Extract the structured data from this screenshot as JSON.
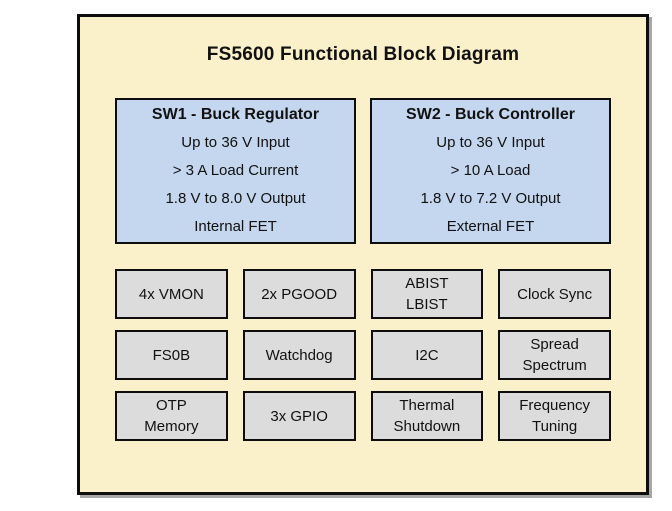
{
  "diagram": {
    "title": "FS5600 Functional Block Diagram",
    "colors": {
      "canvas_background": "#FFFFFF",
      "diagram_background": "#FAF1CA",
      "regulator_fill": "#C4D7EE",
      "feature_fill": "#DCDCDC",
      "border": "#0D0D0D",
      "text": "#111111"
    },
    "regulators": [
      {
        "title": "SW1 - Buck Regulator",
        "lines": [
          "Up to 36 V Input",
          "> 3 A Load Current",
          "1.8 V to 8.0 V Output",
          "Internal FET"
        ]
      },
      {
        "title": "SW2 - Buck Controller",
        "lines": [
          "Up to 36 V Input",
          "> 10 A Load",
          "1.8 V to 7.2 V Output",
          "External FET"
        ]
      }
    ],
    "features": [
      "4x VMON",
      "2x PGOOD",
      "ABIST\nLBIST",
      "Clock Sync",
      "FS0B",
      "Watchdog",
      "I2C",
      "Spread\nSpectrum",
      "OTP\nMemory",
      "3x GPIO",
      "Thermal\nShutdown",
      "Frequency\nTuning"
    ]
  }
}
